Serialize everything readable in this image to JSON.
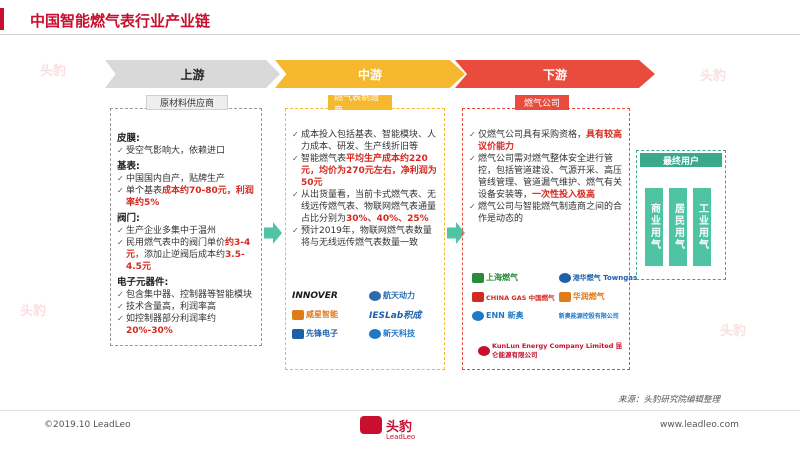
{
  "title": "中国智能燃气表行业产业链",
  "stages": {
    "upstream": "上游",
    "midstream": "中游",
    "downstream": "下游"
  },
  "tags": {
    "upstream": "原材料供应商",
    "midstream": "燃气表制造商",
    "downstream": "燃气公司"
  },
  "upstream": {
    "sections": [
      {
        "heading": "皮膜:",
        "items": [
          {
            "text": "受空气影响大，依赖进口",
            "red": ""
          }
        ]
      },
      {
        "heading": "基表:",
        "items": [
          {
            "text": "中国国内自产，贴牌生产",
            "red": ""
          },
          {
            "text": "单个基表",
            "red": "成本约70-80元，利润率约5%"
          }
        ]
      },
      {
        "heading": "阀门:",
        "items": [
          {
            "text": "生产企业多集中于温州",
            "red": ""
          },
          {
            "text": "民用燃气表中的阀门单价",
            "red": "约3-4元",
            "tail": "，添加止逆阀后成本约",
            "red2": "3.5-4.5元"
          }
        ]
      },
      {
        "heading": "电子元器件:",
        "items": [
          {
            "text": "包含集中器、控制器等智能模块",
            "red": ""
          },
          {
            "text": "技术含量高，利润率高",
            "red": ""
          },
          {
            "text": "如控制器部分利润率约",
            "red": "20%-30%"
          }
        ]
      }
    ]
  },
  "midstream": {
    "items": [
      {
        "pre": "成本投入包括基表、智能模块、人力成本、研发、生产线折旧等",
        "red": "",
        "post": ""
      },
      {
        "pre": "智能燃气表",
        "red": "平均生产成本约220元，均价为270元左右，净利润为50元",
        "post": ""
      },
      {
        "pre": "从出货量看，当前卡式燃气表、无线远传燃气表、物联网燃气表通量占比分别为",
        "red": "30%、40%、25%",
        "post": ""
      },
      {
        "pre": "预计2019年，物联网燃气表数量将与无线远传燃气表数量一致",
        "red": "",
        "post": ""
      }
    ],
    "logos": [
      {
        "name": "INNOVER",
        "color": "#1a1a1a"
      },
      {
        "name": "航天动力",
        "color": "#2b6cb0"
      },
      {
        "name": "威星智能",
        "color": "#e07b1a"
      },
      {
        "name": "IESLab积成",
        "color": "#1f5fa8"
      },
      {
        "name": "先锋电子",
        "color": "#1f5fa8"
      },
      {
        "name": "新天科技",
        "color": "#1f78c8"
      }
    ]
  },
  "downstream": {
    "items": [
      {
        "pre": "仅燃气公司具有采购资格，",
        "red": "具有较高议价能力",
        "post": ""
      },
      {
        "pre": "燃气公司需对燃气整体安全进行管控，包括管道建设、气源开采、高压管线管理、管道漏气维护、燃气有关设备安装等，",
        "red": "一次性投入极高",
        "post": ""
      },
      {
        "pre": "燃气公司与智能燃气制造商之间的合作是动态的",
        "red": "",
        "post": ""
      }
    ],
    "logos": [
      {
        "name": "上海燃气",
        "color": "#2c8b3a"
      },
      {
        "name": "港华燃气 Towngas",
        "color": "#1f5fa8"
      },
      {
        "name": "CHINA GAS 中国燃气",
        "color": "#d42b20"
      },
      {
        "name": "华润燃气",
        "color": "#e07b1a"
      },
      {
        "name": "ENN 新奥",
        "color": "#1f78c8"
      },
      {
        "name": "新奥能源控股有限公司",
        "color": "#1f78c8"
      },
      {
        "name": "KunLun Energy Company Limited 昆仑能源有限公司",
        "color": "#c8102e"
      }
    ]
  },
  "end_user": {
    "title": "最终用户",
    "columns": [
      "商业用气",
      "居民用气",
      "工业用气"
    ]
  },
  "watermark": "头豹",
  "source": "来源：头豹研究院编辑整理",
  "footer": {
    "left": "©2019.10 LeadLeo",
    "right": "www.leadleo.com",
    "logo_text": "头豹",
    "logo_sub": "LeadLeo"
  }
}
